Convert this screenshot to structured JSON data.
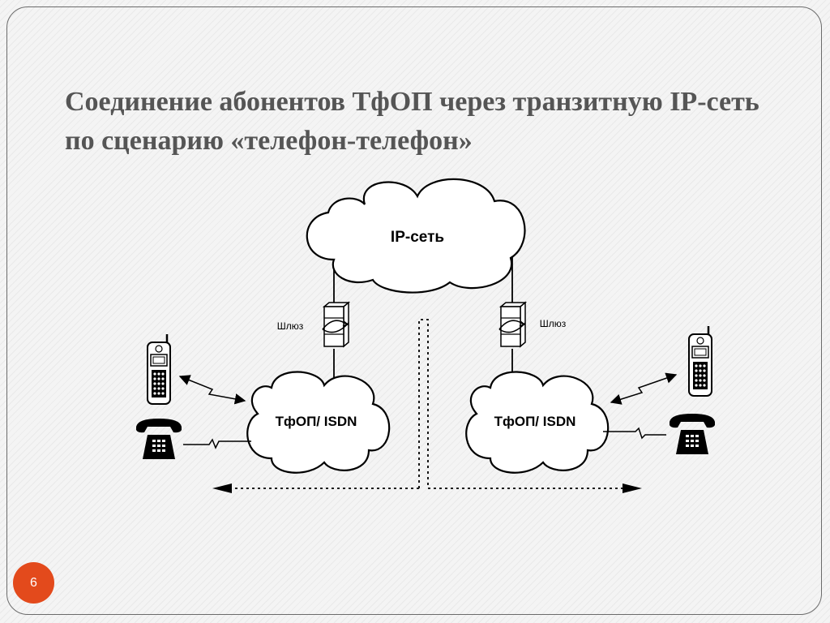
{
  "slide": {
    "title": "Соединение абонентов ТфОП через транзитную IP-сеть по сценарию «телефон-телефон»",
    "page_number": "6"
  },
  "diagram": {
    "ip_network_label": "IP-сеть",
    "left_pstn_label": "ТфОП/ ISDN",
    "right_pstn_label": "ТфОП/ ISDN",
    "left_gateway_label": "Шлюз",
    "right_gateway_label": "Шлюз"
  }
}
